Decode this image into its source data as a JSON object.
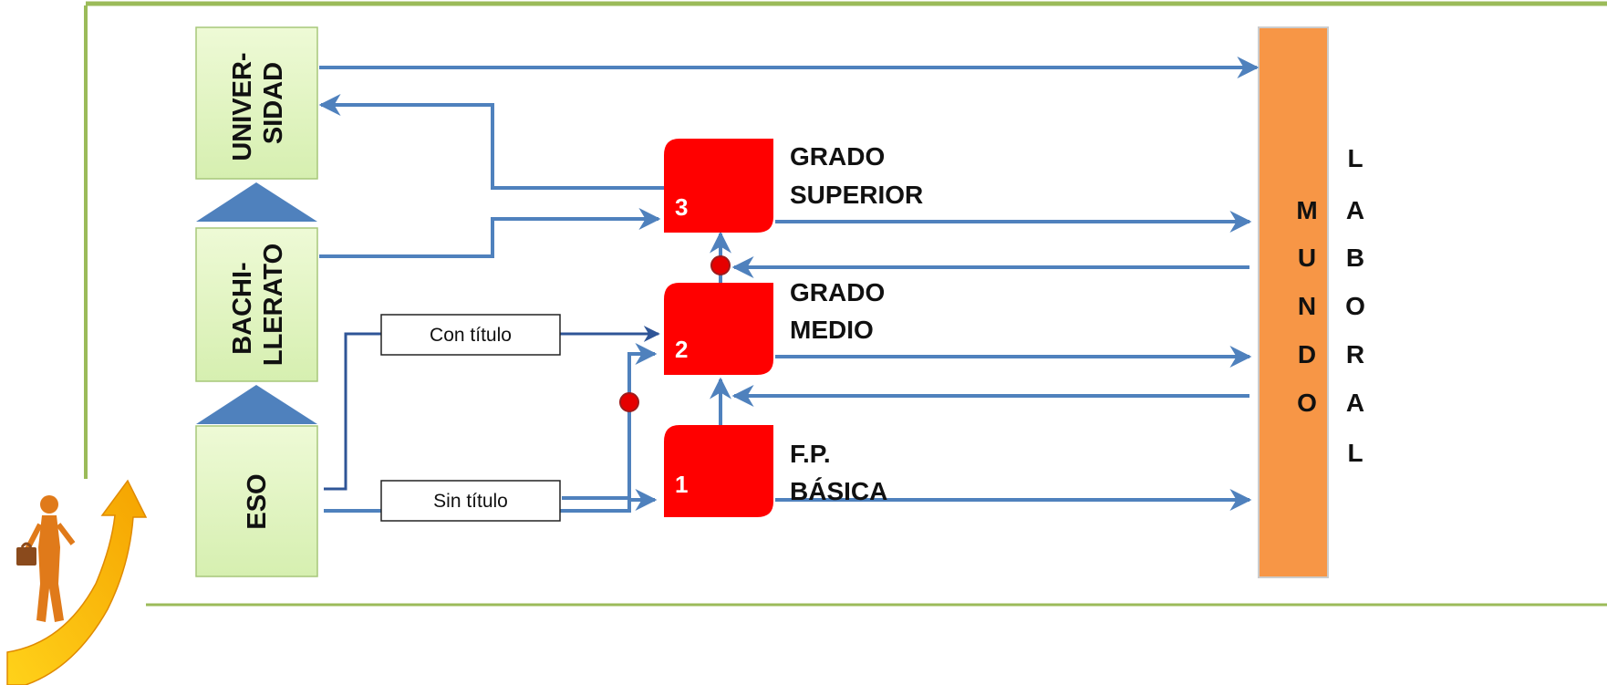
{
  "stages": {
    "universidad": {
      "line1": "UNIVER-",
      "line2": "SIDAD"
    },
    "bachillerato": {
      "line1": "BACHI-",
      "line2": "LLERATO"
    },
    "eso": {
      "label": "ESO"
    }
  },
  "levels": {
    "superior": {
      "number": "3",
      "line1": "GRADO",
      "line2": "SUPERIOR"
    },
    "medio": {
      "number": "2",
      "line1": "GRADO",
      "line2": "MEDIO"
    },
    "basica": {
      "number": "1",
      "line1": "F.P.",
      "line2": "BÁSICA"
    }
  },
  "conditions": {
    "con_titulo": "Con título",
    "sin_titulo": "Sin título"
  },
  "mundo": [
    "M",
    "U",
    "N",
    "D",
    "O"
  ],
  "laboral": [
    "L",
    "A",
    "B",
    "O",
    "R",
    "A",
    "L"
  ],
  "colors": {
    "stage_fill": "#e3f5c0",
    "stage_border": "#a7c77a",
    "level_red": "#ff0000",
    "arrow_blue": "#4f81bd",
    "mundo_orange": "#f79646",
    "triangle_blue": "#4f81bd",
    "frame_green": "#9bbb59"
  }
}
